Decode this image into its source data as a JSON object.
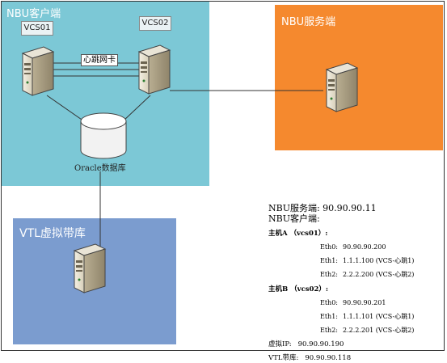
{
  "regions": {
    "client": "NBU客户端",
    "server": "NBU服务端",
    "vtl": "VTL虚拟带库"
  },
  "hosts": {
    "vcs01": "VCS01",
    "vcs02": "VCS02"
  },
  "heartbeat_label": "心跳网卡",
  "database_label": "Oracle数据库",
  "info": {
    "server_line": "NBU服务端:  90.90.90.11",
    "client_line": "NBU客户端:",
    "host_a": "主机A （vcs01）:",
    "host_a_eth": [
      {
        "name": "Eth0:",
        "value": "90.90.90.200"
      },
      {
        "name": "Eth1:",
        "value": "1.1.1.100 (VCS-心跳1)"
      },
      {
        "name": "Eth2:",
        "value": "2.2.2.200 (VCS-心跳2)"
      }
    ],
    "host_b": "主机B （vcs02）:",
    "host_b_eth": [
      {
        "name": "Eth0:",
        "value": "90.90.90.201"
      },
      {
        "name": "Eth1:",
        "value": "1.1.1.101 (VCS-心跳1)"
      },
      {
        "name": "Eth2:",
        "value": "2.2.2.201 (VCS-心跳2)"
      }
    ],
    "virtual_ip_label": "虚拟IP:",
    "virtual_ip_value": "90.90.90.190",
    "vtl_label": "VTL带库:",
    "vtl_value": "90.90.90.118"
  },
  "colors": {
    "client_region": "#7cc8d6",
    "server_region": "#f5892e",
    "vtl_region": "#7b9ccf"
  }
}
